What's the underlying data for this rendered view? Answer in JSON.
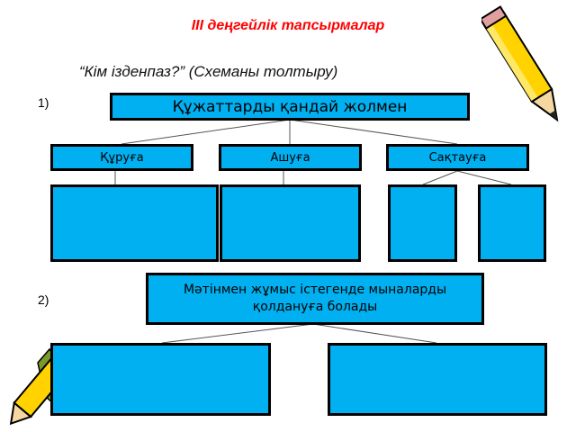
{
  "title": "ІІІ деңгейлік тапсырмалар",
  "subtitle": "“Кім ізденпаз?” (Схеманы толтыру)",
  "section1": {
    "number": "1)",
    "root": "Құжаттарды қандай жолмен",
    "branches": [
      "Құруға",
      "Ашуға",
      "Сақтауға"
    ],
    "empty_boxes": 4
  },
  "section2": {
    "number": "2)",
    "root": "Мәтінмен жұмыс істегенде мыналарды қолдануға болады",
    "empty_boxes": 2
  },
  "colors": {
    "box_fill": "#00b0f0",
    "title": "#ff0000",
    "border": "#000000"
  },
  "decorations": [
    "pencil-icon",
    "pencil-icon"
  ]
}
